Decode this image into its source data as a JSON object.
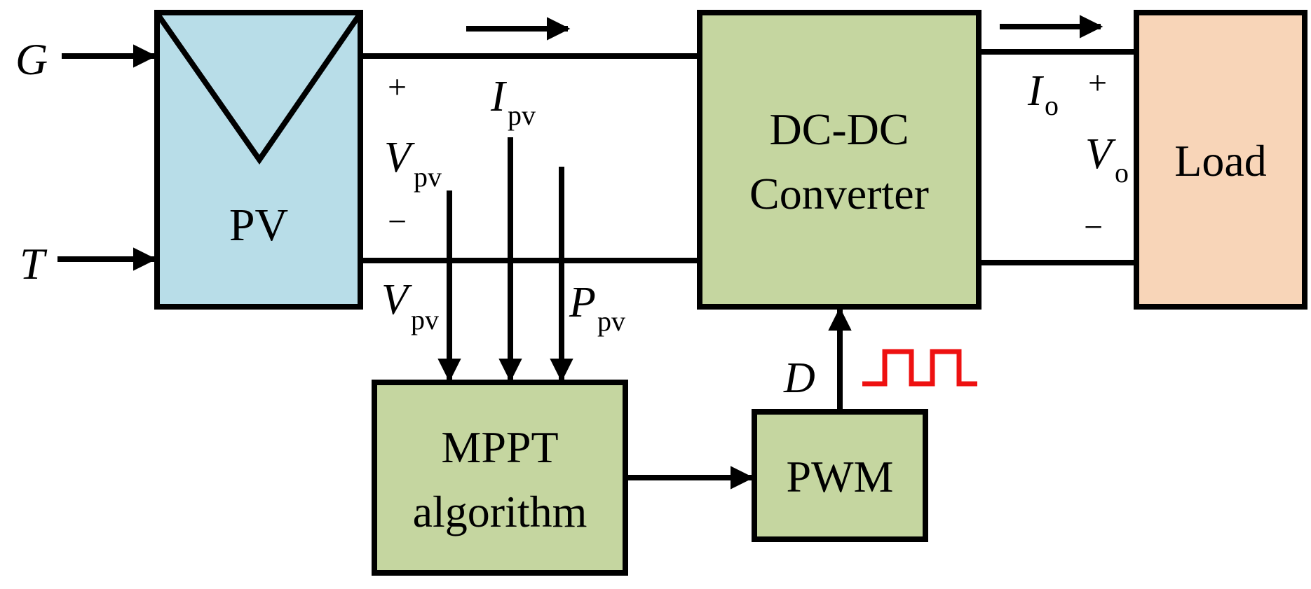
{
  "blocks": {
    "pv": "PV",
    "converter_line1": "DC-DC",
    "converter_line2": "Converter",
    "load": "Load",
    "mppt_line1": "MPPT",
    "mppt_line2": "algorithm",
    "pwm": "PWM"
  },
  "inputs": {
    "irradiance": "G",
    "temperature": "T"
  },
  "signals": {
    "plus": "+",
    "minus": "−",
    "v_main": "V",
    "i_main": "I",
    "p_main": "P",
    "pv_sub": "pv",
    "o_sub": "o",
    "duty": "D"
  },
  "colors": {
    "pv_fill": "#b8dde8",
    "green_fill": "#c5d6a0",
    "load_fill": "#f8d5b8",
    "pwm_wave": "#ee1111",
    "stroke": "#000000"
  }
}
